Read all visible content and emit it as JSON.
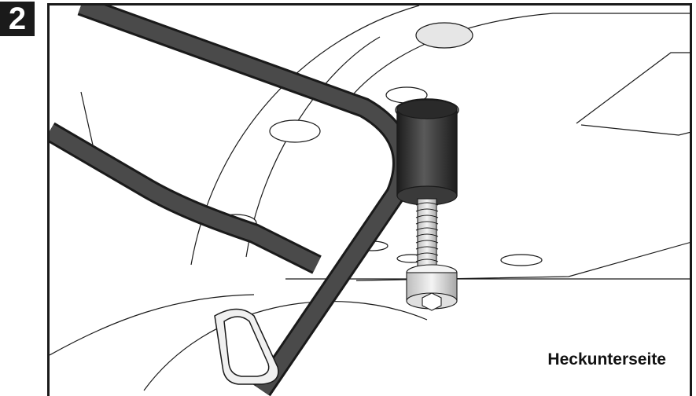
{
  "step": {
    "number": "2"
  },
  "illustration": {
    "caption": "Heckunterseite",
    "subject": "bracket-screw-spacer-assembly"
  },
  "colors": {
    "line": "#1a1a1a",
    "bracket": "#3c3c3c",
    "spacer": "#2a2a2a",
    "paper": "#ffffff"
  }
}
